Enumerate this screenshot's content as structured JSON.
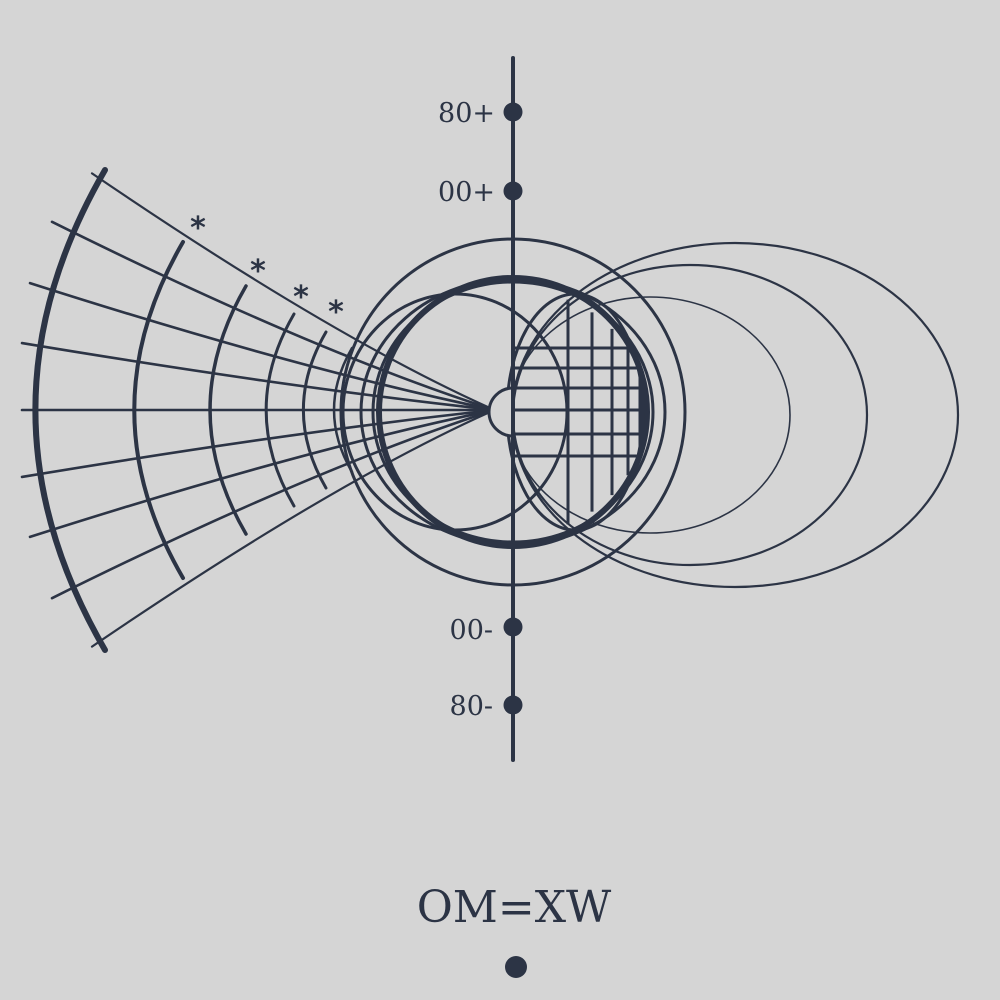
{
  "colors": {
    "background": "#d5d5d5",
    "ink": "#2c3445"
  },
  "axis": {
    "ticks": [
      {
        "label": "80+"
      },
      {
        "label": "00+"
      },
      {
        "label": "00-"
      },
      {
        "label": "80-"
      }
    ]
  },
  "fan": {
    "marks": [
      "*",
      "*",
      "*",
      "*"
    ]
  },
  "formula": "OM=XW"
}
